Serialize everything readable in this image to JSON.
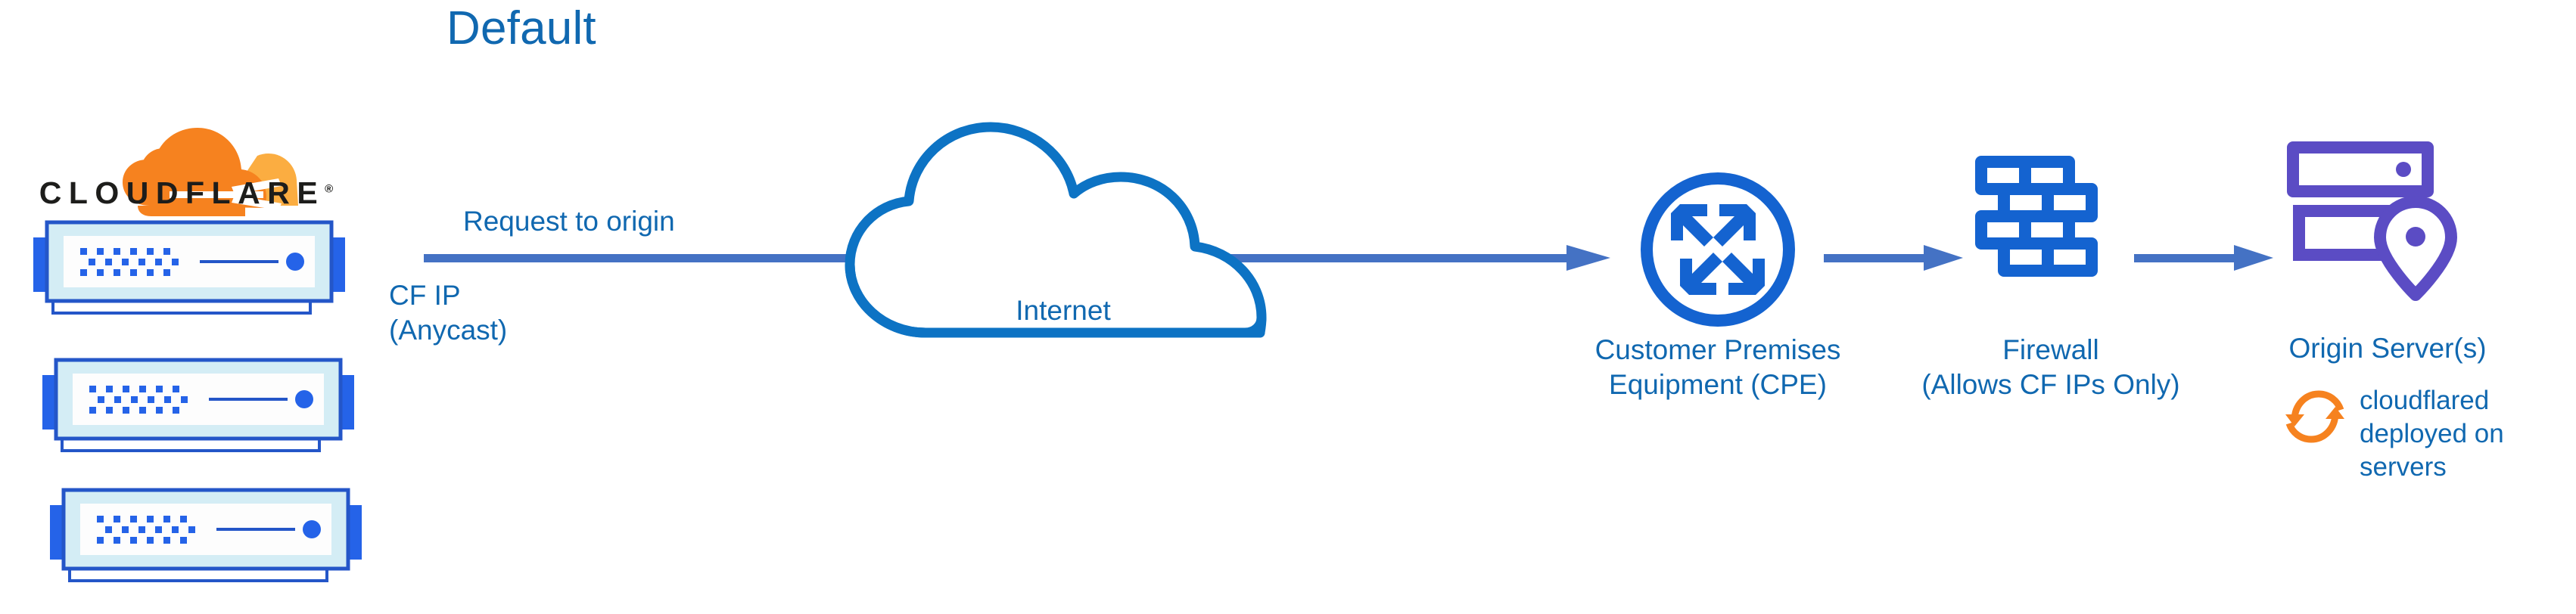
{
  "diagram": {
    "title": "Default",
    "type": "network-architecture-flow",
    "brand": {
      "name": "CLOUDFLARE",
      "registered_mark": "®",
      "logo_orange": "#f6821f",
      "logo_orange_light": "#fbad41",
      "wordmark_color": "#1d1d1b"
    },
    "colors": {
      "heading_blue": "#1068b0",
      "label_blue": "#1068b0",
      "icon_blue": "#1463d0",
      "arrow_blue": "#4472c4",
      "origin_purple": "#5b4cc4",
      "cloudflared_orange": "#f6821f",
      "server_panel_light": "#d4edf5",
      "background": "#ffffff"
    }
  },
  "left_stack": {
    "label_cf_ip": "CF IP\n(Anycast)",
    "label_cf_ip_line1": "CF IP",
    "label_cf_ip_line2": "(Anycast)",
    "server_count": 3,
    "servers": [
      {
        "name": "cloudflare-edge-server-1"
      },
      {
        "name": "cloudflare-edge-server-2"
      },
      {
        "name": "cloudflare-edge-server-3"
      }
    ]
  },
  "flow": {
    "request_label": "Request to origin",
    "arrows": [
      {
        "id": "edge-to-cpe",
        "from": "Cloudflare edge",
        "to": "Customer Premises Equipment (CPE)"
      },
      {
        "id": "cpe-to-firewall",
        "from": "Customer Premises Equipment (CPE)",
        "to": "Firewall"
      },
      {
        "id": "firewall-to-origin",
        "from": "Firewall",
        "to": "Origin Server(s)"
      }
    ]
  },
  "nodes": {
    "internet": {
      "label": "Internet",
      "icon": "cloud-outline-icon"
    },
    "cpe": {
      "label_line1": "Customer Premises",
      "label_line2": "Equipment (CPE)",
      "icon": "router-four-arrows-icon"
    },
    "firewall": {
      "label_line1": "Firewall",
      "label_line2": "(Allows CF IPs Only)",
      "icon": "brick-wall-icon"
    },
    "origin": {
      "label": "Origin Server(s)",
      "icon": "server-rack-location-pin-icon",
      "annotation": {
        "icon": "sync-arrows-icon",
        "line1": "cloudflared",
        "line2": "deployed on",
        "line3": "servers"
      }
    }
  }
}
